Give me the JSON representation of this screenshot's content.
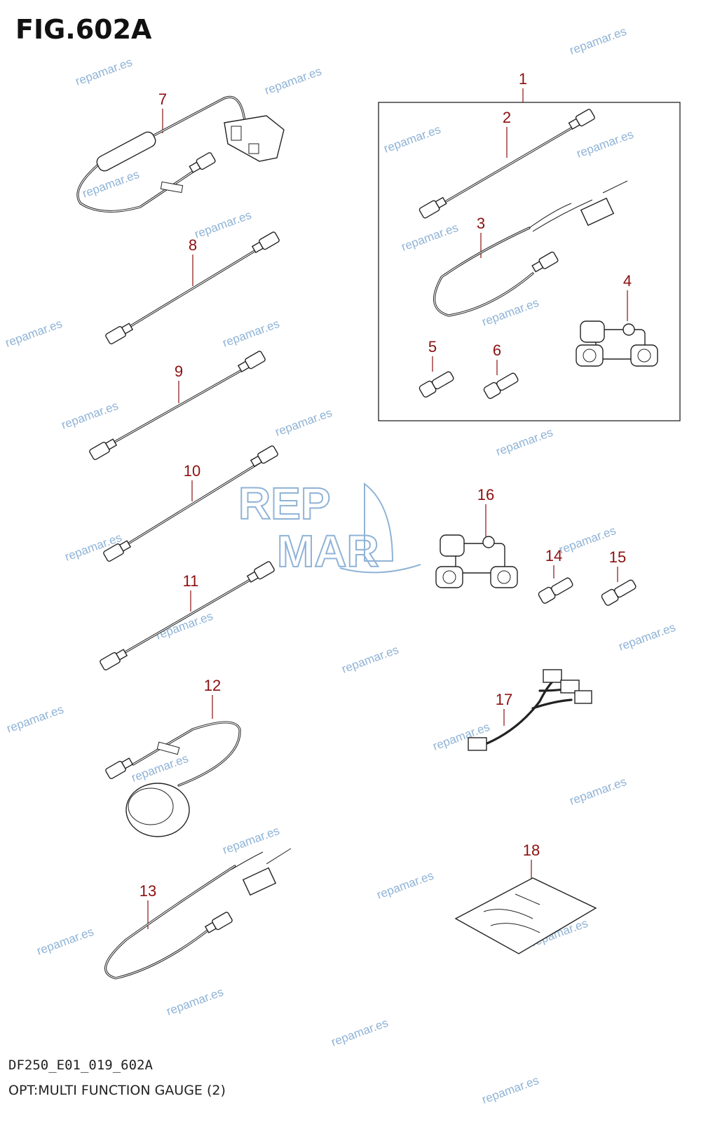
{
  "figure": {
    "title": "FIG.602A",
    "doc_code": "DF250_E01_019_602A",
    "caption": "OPT:MULTI FUNCTION GAUGE (2)"
  },
  "callouts": [
    "1",
    "2",
    "3",
    "4",
    "5",
    "6",
    "7",
    "8",
    "9",
    "10",
    "11",
    "12",
    "13",
    "14",
    "15",
    "16",
    "17",
    "18"
  ],
  "watermark": {
    "text": "repamar.es",
    "logo_text_top": "REP",
    "logo_text_bottom": "MAR",
    "color": "#8fb3d6"
  },
  "colors": {
    "callout": "#8b1010",
    "line": "#222222"
  }
}
